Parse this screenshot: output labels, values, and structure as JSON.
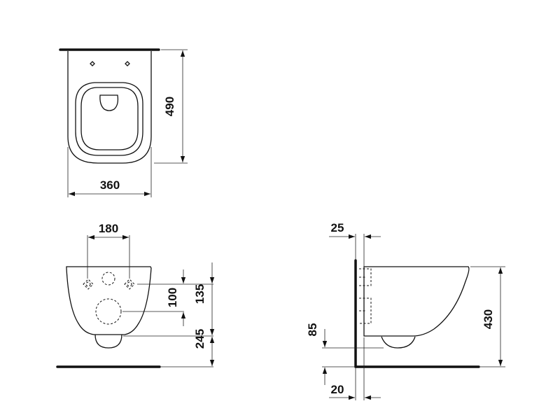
{
  "dimensions": {
    "top_width": "360",
    "top_depth": "490",
    "front_hole_spacing": "180",
    "front_hole_height": "135",
    "front_outlet_offset": "100",
    "front_outlet_height": "245",
    "side_wall_offset": "25",
    "side_height": "430",
    "side_outlet_height": "85",
    "side_floor_offset": "20"
  }
}
